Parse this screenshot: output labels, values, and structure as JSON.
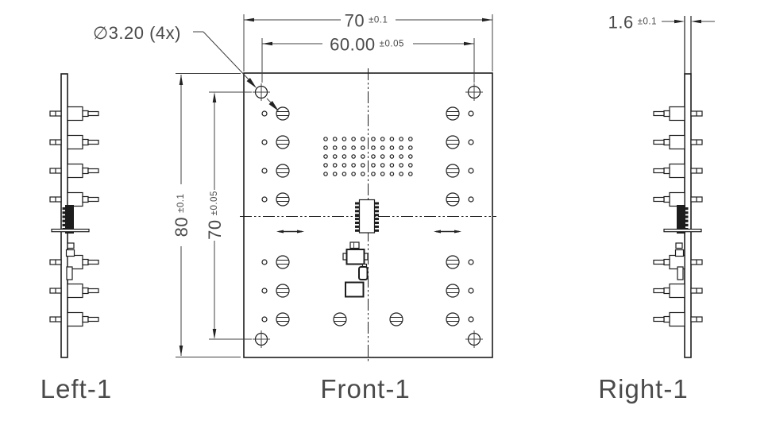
{
  "views": {
    "left": {
      "label": "Left-1"
    },
    "front": {
      "label": "Front-1"
    },
    "right": {
      "label": "Right-1"
    }
  },
  "dimensions": {
    "board_width": {
      "value": "70",
      "tolerance": "±0.1"
    },
    "hole_spacing_horizontal": {
      "value": "60.00",
      "tolerance": "±0.05"
    },
    "board_height": {
      "value": "80",
      "tolerance": "±0.1"
    },
    "hole_spacing_vertical": {
      "value": "70",
      "tolerance": "±0.05"
    },
    "board_thickness": {
      "value": "1.6",
      "tolerance": "±0.1"
    },
    "hole_diameter_callout": "∅3.20 (4x)"
  },
  "colors": {
    "line": "#1d1d1d",
    "dimension_line": "#404040",
    "text": "#4a4a4a",
    "background": "#ffffff"
  }
}
